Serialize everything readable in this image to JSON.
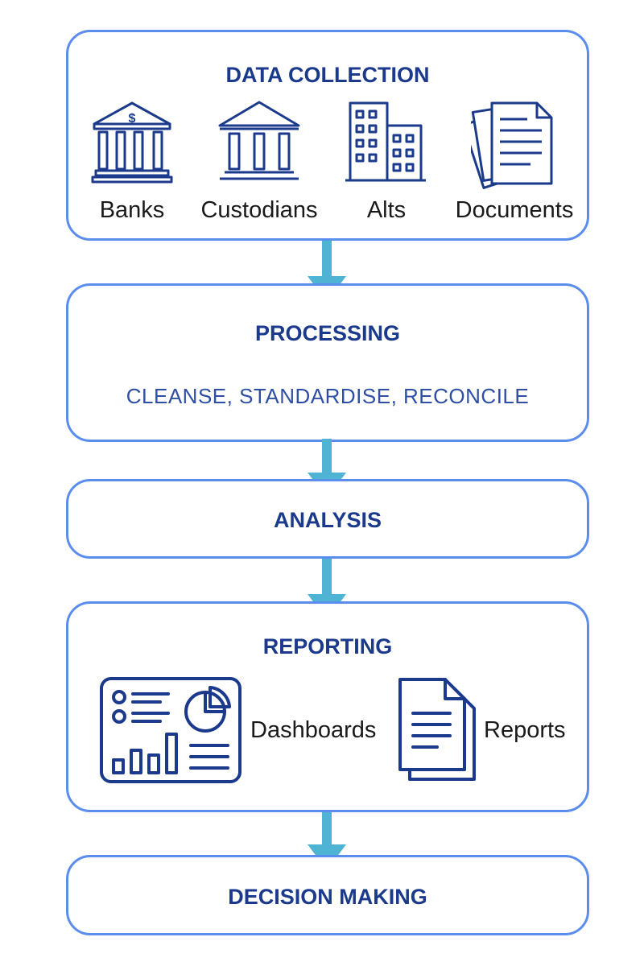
{
  "data_collection": {
    "title": "DATA COLLECTION",
    "sources": [
      {
        "label": "Banks",
        "icon": "bank-icon"
      },
      {
        "label": "Custodians",
        "icon": "custodian-building-icon"
      },
      {
        "label": "Alts",
        "icon": "office-buildings-icon"
      },
      {
        "label": "Documents",
        "icon": "documents-stack-icon"
      }
    ]
  },
  "processing": {
    "title": "PROCESSING",
    "subtitle": "CLEANSE, STANDARDISE, RECONCILE"
  },
  "analysis": {
    "title": "ANALYSIS"
  },
  "reporting": {
    "title": "REPORTING",
    "outputs": [
      {
        "label": "Dashboards",
        "icon": "dashboard-icon"
      },
      {
        "label": "Reports",
        "icon": "report-pages-icon"
      }
    ]
  },
  "decision_making": {
    "title": "DECISION MAKING"
  },
  "colors": {
    "box_border": "#5b8def",
    "title_text": "#1b3a8c",
    "icon_stroke": "#1b3a8c",
    "arrow": "#4fb3d4"
  }
}
